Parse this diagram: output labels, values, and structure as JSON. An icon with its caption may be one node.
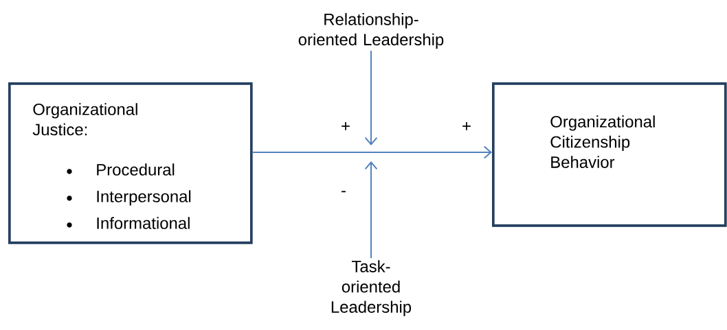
{
  "diagram": {
    "nodes": [
      {
        "text": [
          "Organizational Justice:",
          "Procedural",
          "Interpersonal",
          "Informational"
        ]
      },
      {
        "text": [
          "Organizational Citizenship Behavior"
        ]
      },
      {
        "text": [
          "Relationship-oriented Leadership"
        ]
      },
      {
        "text": [
          "Task-oriented Leadership"
        ]
      }
    ],
    "edges": [
      {
        "from": 0,
        "to": 1,
        "arrow": "to"
      },
      {
        "from": 2,
        "to": null,
        "arrow": "to"
      },
      {
        "from": 3,
        "to": null,
        "arrow": "to"
      }
    ],
    "labels": [
      "+",
      "+",
      "-"
    ]
  }
}
